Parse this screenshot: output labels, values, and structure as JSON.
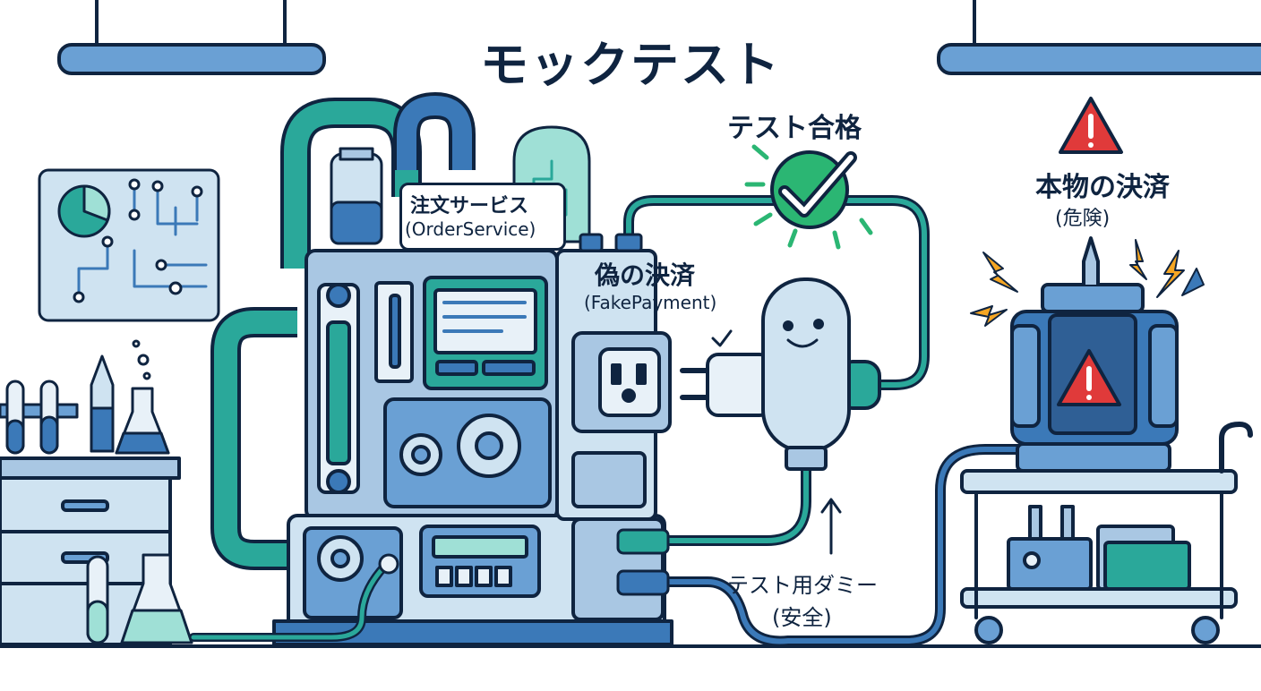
{
  "title": "モックテスト",
  "labels": {
    "test_passed": "テスト合格",
    "order_service": "注文サービス",
    "order_service_en": "(OrderService)",
    "fake_payment": "偽の決済",
    "fake_payment_en": "(FakePayment)",
    "test_dummy": "テスト用ダミー",
    "test_dummy_note": "(安全)",
    "real_payment": "本物の決済",
    "real_payment_note": "(危険)"
  },
  "icons": [
    "checkmark-icon",
    "warning-icon",
    "lightning-icon",
    "gear-icon",
    "electrical-outlet-icon",
    "plug-icon",
    "flask-icon",
    "test-tube-icon",
    "circuit-board-icon"
  ],
  "colors": {
    "outline": "#0f2440",
    "panel_blue": "#a9c7e3",
    "deep_blue": "#3b79b8",
    "teal": "#2aa89a",
    "teal_light": "#9fe0d6",
    "green_check": "#2bb673",
    "warning_red": "#e03a3a",
    "bolt_orange": "#f5a623",
    "light_bg": "#e8f1f8"
  }
}
